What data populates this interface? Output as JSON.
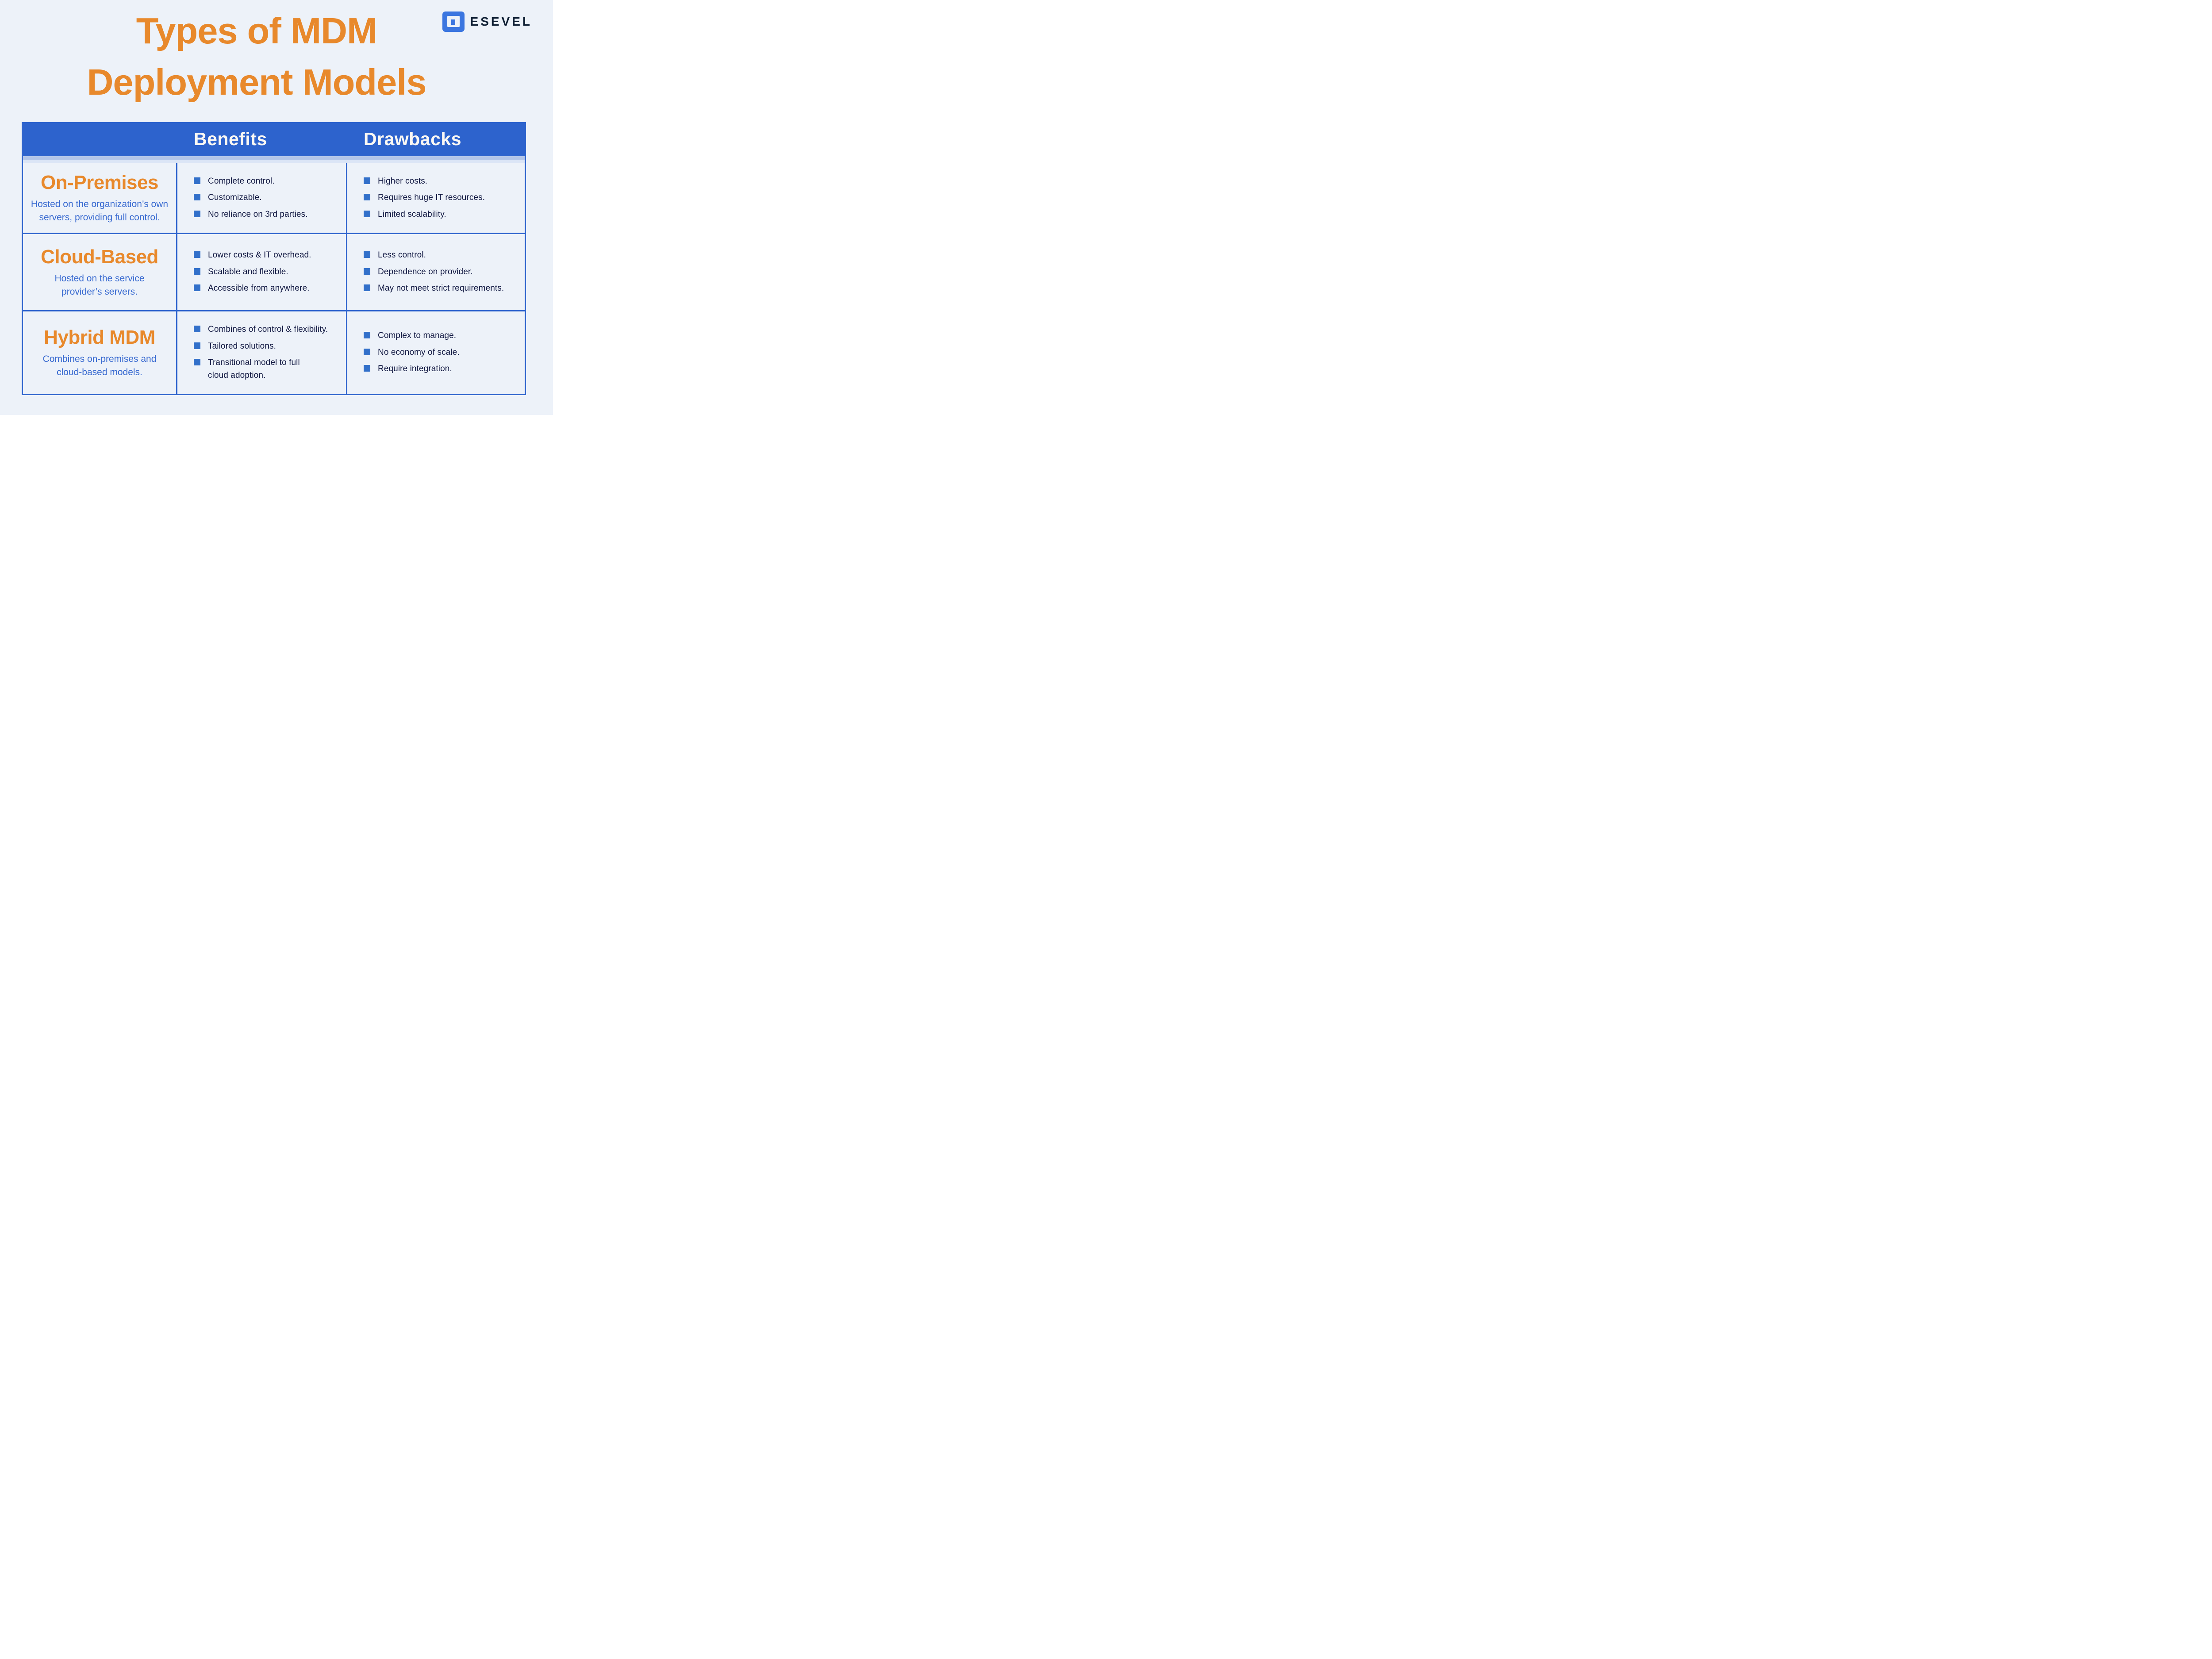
{
  "title": {
    "line1": "Types of MDM",
    "line2": "Deployment Models"
  },
  "logo": {
    "brand": "ESEVEL"
  },
  "colors": {
    "background": "#edf2f9",
    "accent_orange": "#e8892c",
    "header_blue": "#2d63cd",
    "band_medium": "#b2c5e9",
    "band_light": "#dbe5f6",
    "bullet_blue": "#3270ca",
    "body_navy": "#101741",
    "subtitle_blue": "#3769d0",
    "logo_blue": "#3b76e0"
  },
  "table": {
    "header": {
      "benefits": "Benefits",
      "drawbacks": "Drawbacks"
    },
    "rows": [
      {
        "name": "On-Premises",
        "description": "Hosted on the organization’s own\nservers, providing full control.",
        "benefits": [
          "Complete control.",
          "Customizable.",
          "No reliance on 3rd parties."
        ],
        "drawbacks": [
          "Higher costs.",
          "Requires huge IT resources.",
          "Limited scalability."
        ]
      },
      {
        "name": "Cloud-Based",
        "description": "Hosted on the service\nprovider’s servers.",
        "benefits": [
          "Lower costs & IT overhead.",
          "Scalable and flexible.",
          "Accessible from anywhere."
        ],
        "drawbacks": [
          "Less control.",
          "Dependence on provider.",
          "May not meet strict requirements."
        ]
      },
      {
        "name": "Hybrid MDM",
        "description": "Combines on-premises and\ncloud-based models.",
        "benefits": [
          "Combines of control & flexibility.",
          "Tailored solutions.",
          "Transitional model to full\ncloud adoption."
        ],
        "drawbacks": [
          "Complex to manage.",
          "No economy of scale.",
          "Require integration."
        ]
      }
    ]
  }
}
